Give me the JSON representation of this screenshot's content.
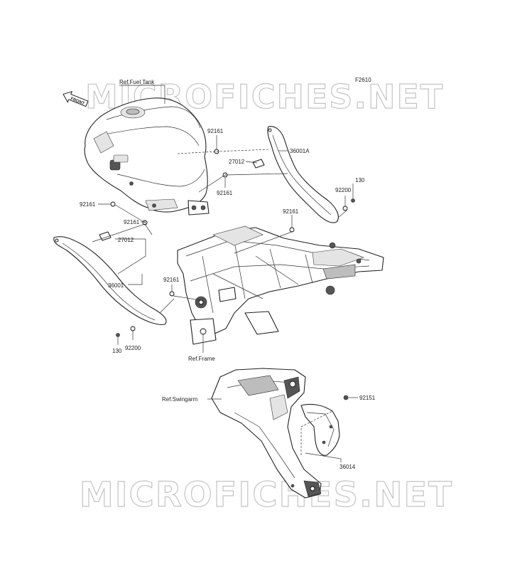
{
  "figure_code": "F2610",
  "watermark": {
    "text": "MICROFICHES.NET"
  },
  "front_arrow": {
    "label": "FRONT"
  },
  "references": {
    "fuel_tank": "Ref.Fuel Tank",
    "frame": "Ref.Frame",
    "swingarm": "Ref.Swingarm"
  },
  "part_numbers": {
    "cover_right": "36001A",
    "cover_left": "36001",
    "chain_cover": "36014",
    "clip_upper": "27012",
    "clip_lower": "27012",
    "washer_tank_top": "92161",
    "washer_tank_mid": "92161",
    "washer_left_outer": "92161",
    "washer_left_inner": "92161",
    "washer_frame_left": "92161",
    "washer_frame_right": "92161",
    "collar_right": "92200",
    "collar_left": "92200",
    "bolt_right": "130",
    "bolt_left": "130",
    "bolt_chain_cover": "92151"
  }
}
